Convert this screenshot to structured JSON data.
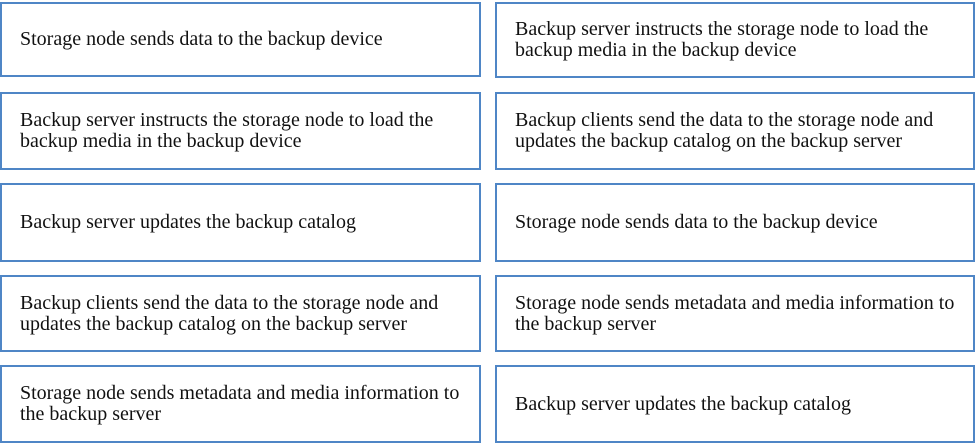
{
  "left_column": [
    "Storage node sends data to the backup device",
    "Backup server instructs the storage node to load the backup media in the backup device",
    "Backup server updates the backup catalog",
    "Backup  clients send the data to the storage node and updates the backup catalog on the backup server",
    "Storage node sends metadata and media information to the backup server"
  ],
  "right_column": [
    "Backup server instructs the storage node to load the backup media in the backup device",
    "Backup  clients send the data to the storage node and updates the backup catalog on the backup server",
    "Storage node sends data to the backup device",
    "Storage node sends metadata and media information to the backup server",
    "Backup server updates the backup catalog"
  ],
  "colors": {
    "border": "#4f86c6",
    "text": "#111111",
    "background": "#ffffff"
  }
}
